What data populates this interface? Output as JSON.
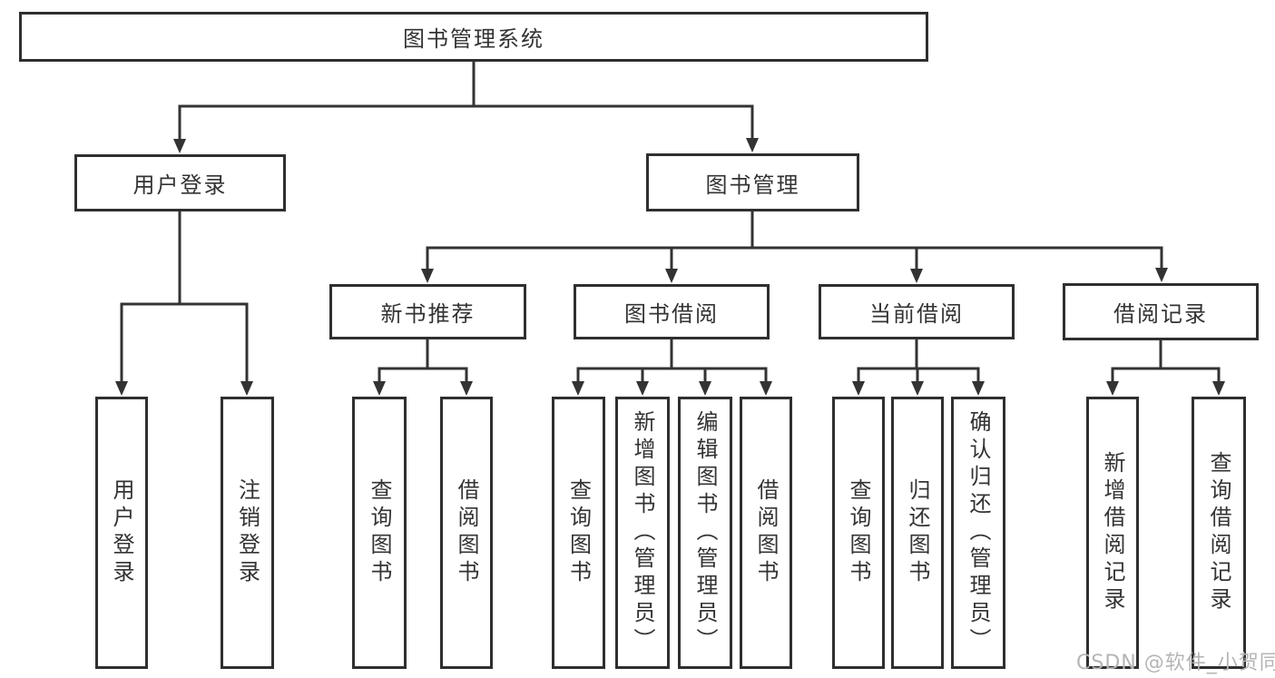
{
  "diagram": {
    "title": "图书管理系统",
    "nodes": [
      {
        "id": "root",
        "label": "图书管理系统"
      },
      {
        "id": "user-login",
        "label": "用户登录"
      },
      {
        "id": "book-management",
        "label": "图书管理"
      },
      {
        "id": "new-book-recommendation",
        "label": "新书推荐"
      },
      {
        "id": "book-borrowing",
        "label": "图书借阅"
      },
      {
        "id": "current-borrowing",
        "label": "当前借阅"
      },
      {
        "id": "borrowing-records",
        "label": "借阅记录"
      },
      {
        "id": "user-login-action",
        "label": "用户登录"
      },
      {
        "id": "logout-action",
        "label": "注销登录"
      },
      {
        "id": "query-books-recommend",
        "label": "查询图书"
      },
      {
        "id": "borrow-books-recommend",
        "label": "借阅图书"
      },
      {
        "id": "query-books-borrowing",
        "label": "查询图书"
      },
      {
        "id": "add-books-admin",
        "label": "新增图书（管理员）"
      },
      {
        "id": "edit-books-admin",
        "label": "编辑图书（管理员）"
      },
      {
        "id": "borrow-books-borrowing",
        "label": "借阅图书"
      },
      {
        "id": "query-books-current",
        "label": "查询图书"
      },
      {
        "id": "return-books",
        "label": "归还图书"
      },
      {
        "id": "confirm-return-admin",
        "label": "确认归还（管理员）"
      },
      {
        "id": "add-borrowing-record",
        "label": "新增借阅记录"
      },
      {
        "id": "query-borrowing-record",
        "label": "查询借阅记录"
      }
    ]
  },
  "watermark": {
    "text": "CSDN @软件_小贺同学"
  },
  "colors": {
    "line": "#333333",
    "box_border": "#2f2f2f",
    "text": "#333333",
    "watermark": "#b5b5b5",
    "background": "#ffffff"
  }
}
